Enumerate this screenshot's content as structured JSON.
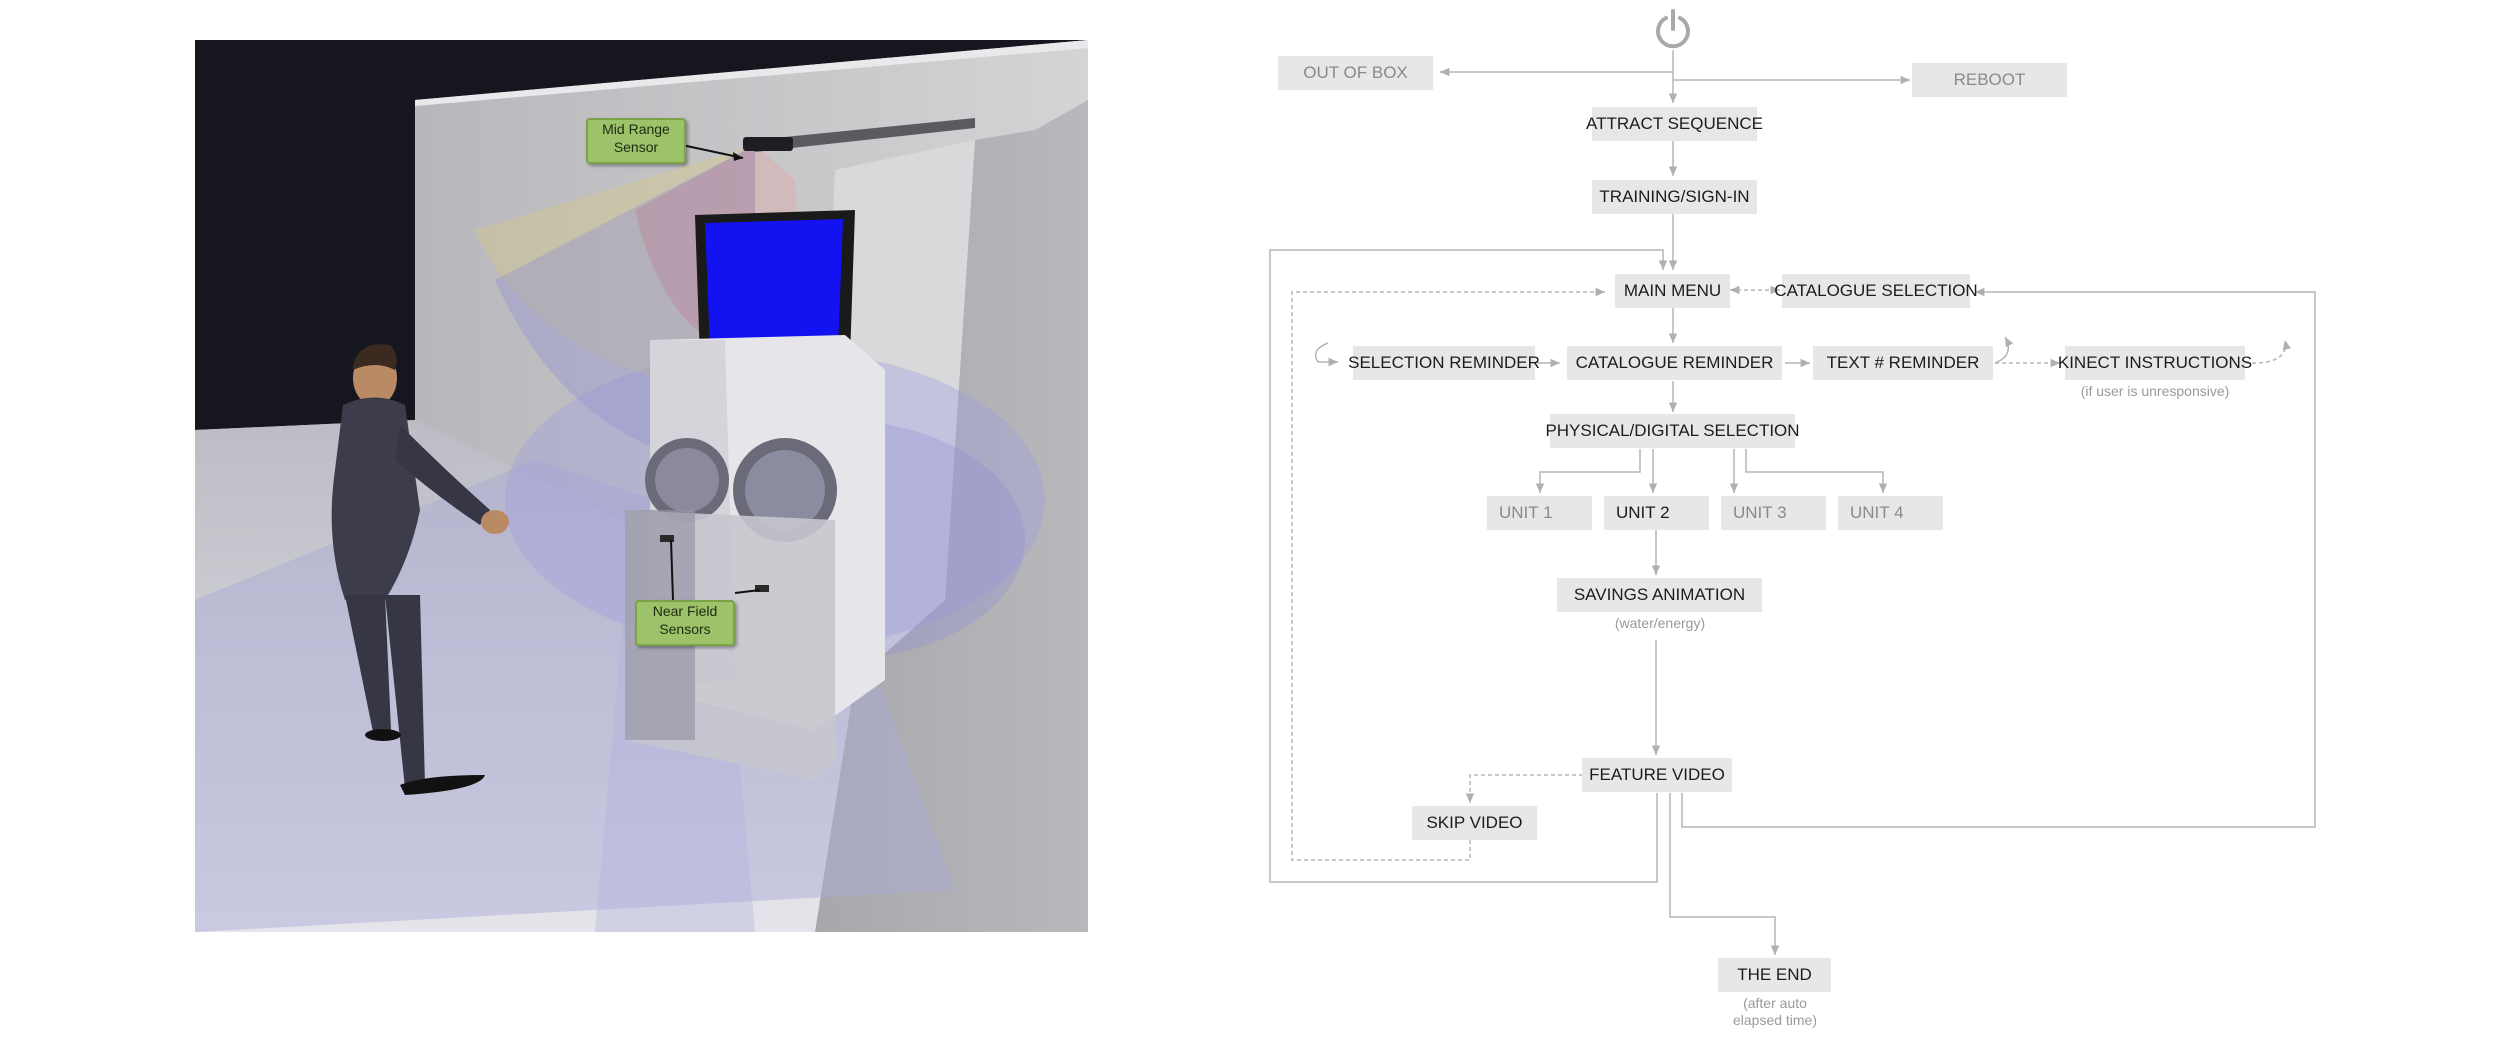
{
  "scene": {
    "callouts": {
      "mid_range": "Mid Range\nSensor",
      "near_field": "Near Field\nSensors"
    }
  },
  "flowchart": {
    "start_icon": "power-icon",
    "nodes": {
      "out_of_box": "OUT OF BOX",
      "reboot": "REBOOT",
      "attract_sequence": "ATTRACT SEQUENCE",
      "training_signin": "TRAINING/SIGN-IN",
      "main_menu": "MAIN MENU",
      "catalogue_selection": "CATALOGUE SELECTION",
      "selection_reminder": "SELECTION REMINDER",
      "catalogue_reminder": "CATALOGUE REMINDER",
      "text_reminder": "TEXT # REMINDER",
      "kinect_instructions": "KINECT INSTRUCTIONS",
      "physical_digital_selection": "PHYSICAL/DIGITAL SELECTION",
      "unit1": "UNIT 1",
      "unit2": "UNIT 2",
      "unit3": "UNIT 3",
      "unit4": "UNIT 4",
      "savings_animation": "SAVINGS ANIMATION",
      "feature_video": "FEATURE VIDEO",
      "skip_video": "SKIP VIDEO",
      "the_end": "THE END"
    },
    "notes": {
      "kinect_note": "(if user is unresponsive)",
      "savings_note": "(water/energy)",
      "end_note": "(after auto\nelapsed time)"
    },
    "colors": {
      "node_fill": "#e7e7e9",
      "line": "#b5b5b5",
      "dim_text": "#8a8a8a"
    }
  }
}
